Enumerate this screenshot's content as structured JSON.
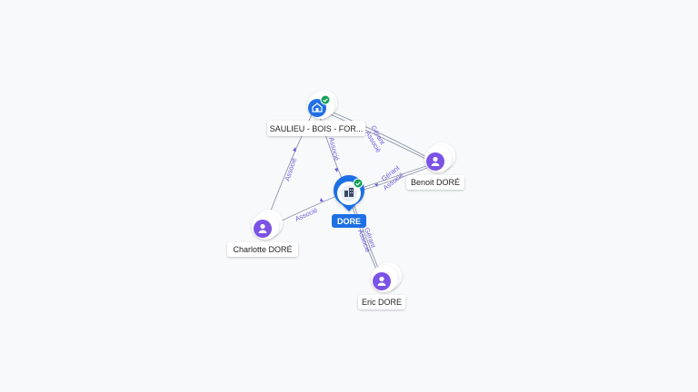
{
  "nodes": {
    "company": {
      "label": "SAULIEU - BOIS - FOR...",
      "icon": "building-icon",
      "verified": true
    },
    "main": {
      "label": "DORE",
      "icon": "building-icon",
      "verified": true
    },
    "benoit": {
      "label": "Benoit DORÉ",
      "icon": "person-icon"
    },
    "charlotte": {
      "label": "Charlotte DORÉ",
      "icon": "person-icon"
    },
    "eric": {
      "label": "Eric DORE",
      "icon": "person-icon"
    }
  },
  "edges": {
    "company_main": "Associé",
    "charlotte_company": "Associé",
    "charlotte_main": "Associé",
    "benoit_company": [
      "Gérant",
      "Associé"
    ],
    "benoit_main": [
      "Gérant",
      "Associé"
    ],
    "eric_main": [
      "Gérant",
      "Associé"
    ]
  },
  "colors": {
    "accent": "#1f6fe5",
    "person": "#7b52e6",
    "verified": "#16a05a",
    "edge_label": "#6f5bd8",
    "edge": "#8a95a5"
  }
}
